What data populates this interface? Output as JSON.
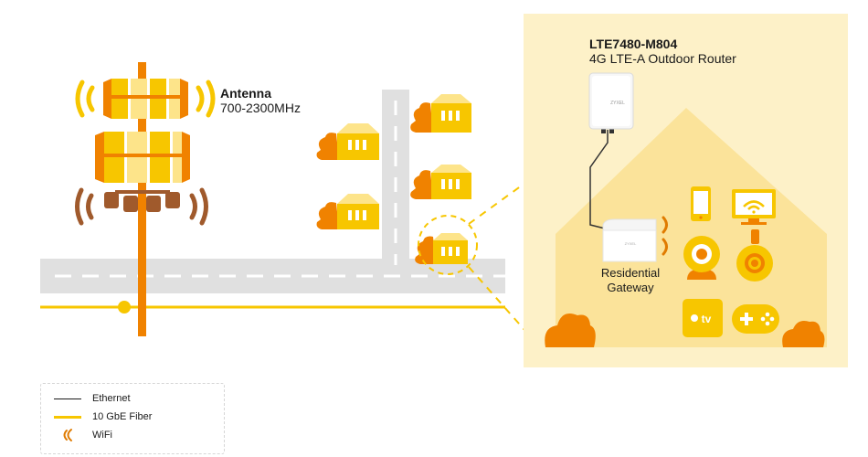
{
  "antenna": {
    "name": "Antenna",
    "band": "700-2300MHz"
  },
  "router": {
    "model": "LTE7480-M804",
    "description": "4G LTE-A Outdoor Router",
    "brand_mark": "ZYXEL"
  },
  "gateway": {
    "line1": "Residential",
    "line2": "Gateway",
    "brand_mark": "ZYXEL"
  },
  "apple_tv": "tv",
  "legend": [
    {
      "label": "Ethernet",
      "style": "line",
      "color": "#1a1a1a"
    },
    {
      "label": "10 GbE Fiber",
      "style": "line",
      "color": "#f7c600"
    },
    {
      "label": "WiFi",
      "style": "wifi-icon",
      "color": "#e07b00"
    }
  ],
  "colors": {
    "accent_orange": "#f08200",
    "dark_orange": "#e06a00",
    "yellow": "#f7c600",
    "light_yellow": "#fde48a",
    "house_bg": "#fdf1c8",
    "house_shape": "#fbe39a",
    "road": "#e0e0e0",
    "brown": "#a05a2c"
  }
}
